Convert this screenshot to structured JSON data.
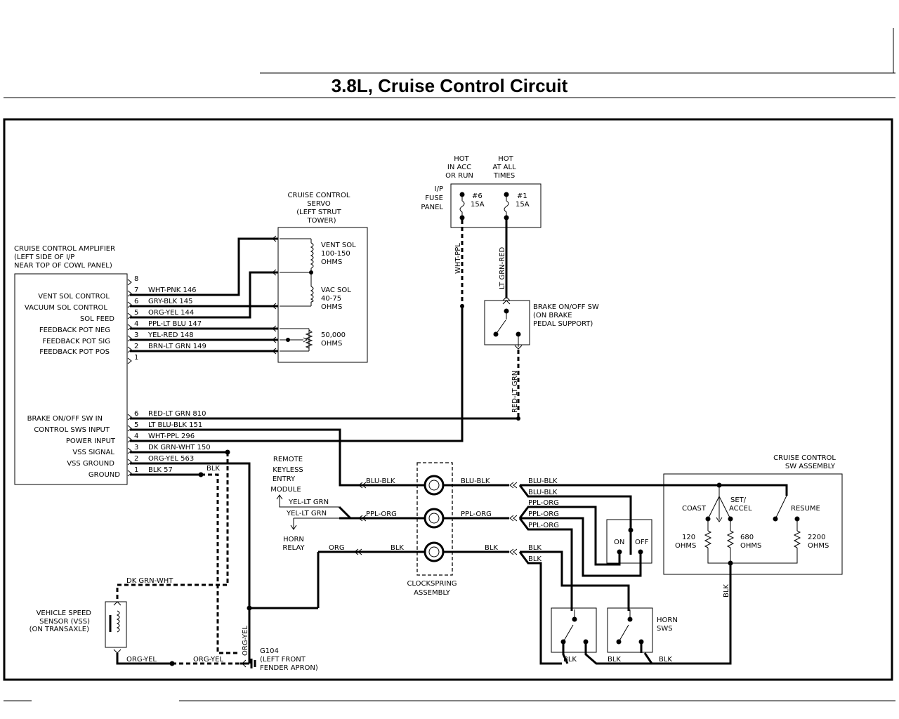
{
  "title": "3.8L, Cruise Control Circuit",
  "amplifier": {
    "label": [
      "CRUISE CONTROL AMPLIFIER",
      "(LEFT SIDE OF I/P",
      "NEAR TOP OF COWL PANEL)"
    ],
    "upper_pin_labels": [
      "VENT SOL CONTROL",
      "VACUUM SOL CONTROL",
      "SOL FEED",
      "FEEDBACK POT NEG",
      "FEEDBACK POT SIG",
      "FEEDBACK POT POS"
    ],
    "upper_pins": [
      "8",
      "7",
      "6",
      "5",
      "4",
      "3",
      "2",
      "1"
    ],
    "upper_wires": [
      "WHT-PNK 146",
      "GRY-BLK 145",
      "ORG-YEL 144",
      "PPL-LT BLU 147",
      "YEL-RED 148",
      "BRN-LT GRN 149"
    ],
    "lower_pin_labels": [
      "BRAKE ON/OFF SW IN",
      "CONTROL SWS INPUT",
      "POWER INPUT",
      "VSS SIGNAL",
      "VSS GROUND",
      "GROUND"
    ],
    "lower_pins": [
      "6",
      "5",
      "4",
      "3",
      "2",
      "1"
    ],
    "lower_wires": [
      "RED-LT GRN 810",
      "LT BLU-BLK 151",
      "WHT-PPL 296",
      "DK GRN-WHT 150",
      "ORG-YEL 563",
      "BLK 57"
    ]
  },
  "servo": {
    "label": [
      "CRUISE CONTROL",
      "SERVO",
      "(LEFT STRUT",
      "TOWER)"
    ],
    "vent_sol": [
      "VENT SOL",
      "100-150",
      "OHMS"
    ],
    "vac_sol": [
      "VAC SOL",
      "40-75",
      "OHMS"
    ],
    "pot": [
      "50,000",
      "OHMS"
    ]
  },
  "fuse_panel": {
    "label": [
      "I/P",
      "FUSE",
      "PANEL"
    ],
    "hot1": [
      "HOT",
      "IN ACC",
      "OR RUN"
    ],
    "hot2": [
      "HOT",
      "AT ALL",
      "TIMES"
    ],
    "fuse1": [
      "#6",
      "15A"
    ],
    "fuse2": [
      "#1",
      "15A"
    ]
  },
  "fuse_wires": [
    "WHT-PPL",
    "LT GRN-RED"
  ],
  "brake_switch": {
    "label": [
      "BRAKE ON/OFF SW",
      "(ON BRAKE",
      "PEDAL SUPPORT)"
    ],
    "wire_out": "RED-LT GRN"
  },
  "keyless": [
    "REMOTE",
    "KEYLESS",
    "ENTRY",
    "MODULE"
  ],
  "horn_relay": [
    "HORN",
    "RELAY"
  ],
  "clockspring": {
    "label": [
      "CLOCKSPRING",
      "ASSEMBLY"
    ],
    "left_wires": [
      "BLU-BLK",
      "PPL-ORG",
      "BLK"
    ],
    "right_wires": [
      "BLU-BLK",
      "PPL-ORG",
      "BLK"
    ],
    "yel_wires": [
      "YEL-LT GRN",
      "YEL-LT GRN"
    ],
    "org": "ORG"
  },
  "right_wires": [
    "BLU-BLK",
    "BLU-BLK",
    "PPL-ORG",
    "PPL-ORG",
    "PPL-ORG",
    "BLK",
    "BLK"
  ],
  "on_off": [
    "ON",
    "OFF"
  ],
  "cruise_sw": {
    "label": [
      "CRUISE CONTROL",
      "SW ASSEMBLY"
    ],
    "coast": "COAST",
    "set": [
      "SET/",
      "ACCEL"
    ],
    "resume": "RESUME",
    "r1": [
      "120",
      "OHMS"
    ],
    "r2": [
      "680",
      "OHMS"
    ],
    "r3": [
      "2200",
      "OHMS"
    ],
    "blk": "BLK"
  },
  "horn_sws": {
    "label": [
      "HORN",
      "SWS"
    ],
    "blk": [
      "BLK",
      "BLK",
      "BLK"
    ]
  },
  "vss": {
    "label": [
      "VEHICLE SPEED",
      "SENSOR (VSS)",
      "(ON TRANSAXLE)"
    ],
    "wires": [
      "DK GRN-WHT",
      "ORG-YEL",
      "ORG-YEL",
      "ORG-YEL",
      "BLK"
    ]
  },
  "ground": [
    "G104",
    "(LEFT FRONT",
    "FENDER APRON)"
  ]
}
